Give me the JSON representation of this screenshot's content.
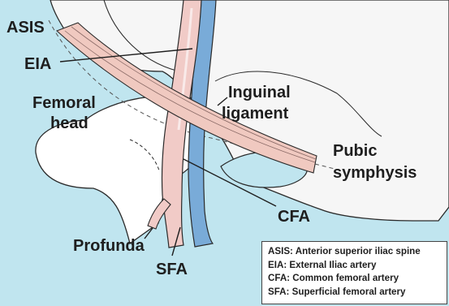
{
  "colors": {
    "background": "#c0e5ef",
    "bone": "#ffffff",
    "pelvis_fill": "#f5f5f5",
    "artery": "#f1cbc7",
    "vein": "#79abd8",
    "ligament": "#f0c9c0",
    "outline": "#2a2a2a"
  },
  "labels": {
    "asis": "ASIS",
    "eia": "EIA",
    "femoral_head": [
      "Femoral",
      "head"
    ],
    "inguinal_ligament": [
      "Inguinal",
      "ligament"
    ],
    "pubic_symphysis": [
      "Pubic",
      "symphysis"
    ],
    "cfa": "CFA",
    "profunda": "Profunda",
    "sfa": "SFA"
  },
  "legend": [
    "ASIS: Anterior superior iliac spine",
    "EIA: External Iliac artery",
    "CFA: Common femoral artery",
    "SFA: Superficial femoral artery"
  ]
}
